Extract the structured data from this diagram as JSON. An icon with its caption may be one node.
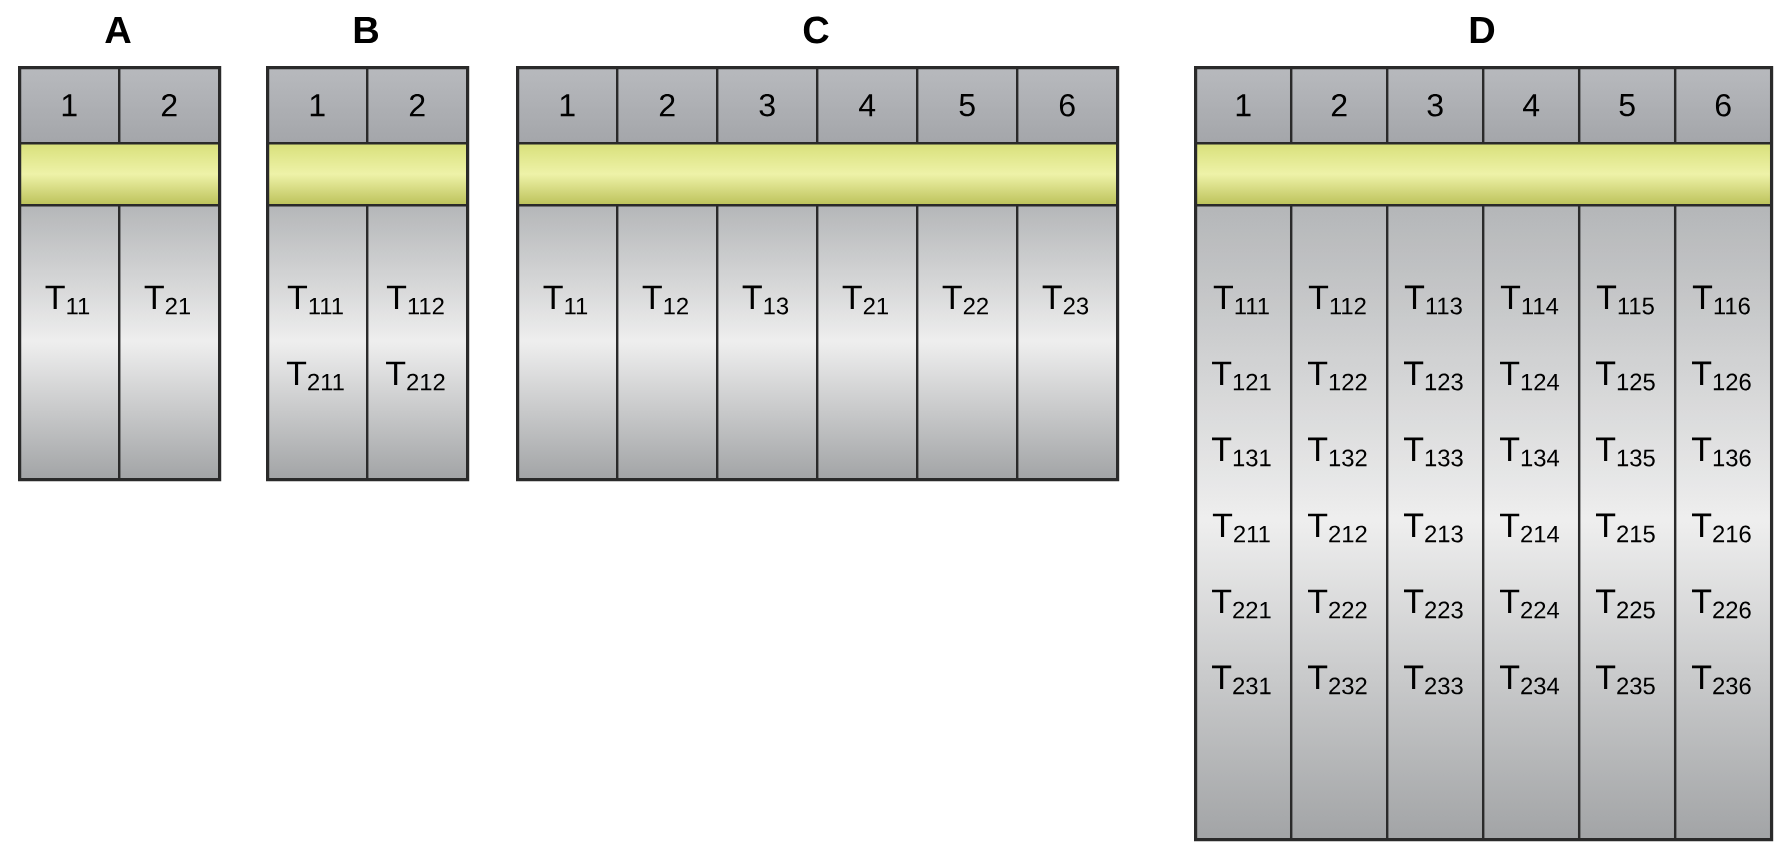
{
  "diagram": {
    "nodes": [
      {
        "text": [
          "A"
        ]
      },
      {
        "text": [
          "1"
        ],
        "in": 0
      },
      {
        "text": [
          "2"
        ],
        "in": 0
      },
      {
        "text": [],
        "shape": "bar",
        "in": 0
      },
      {
        "text": [
          "T$_{11}$"
        ],
        "in": 0
      },
      {
        "text": [
          "T$_{21}$"
        ],
        "in": 0
      },
      {
        "text": [
          "B"
        ]
      },
      {
        "text": [
          "1"
        ],
        "in": 6
      },
      {
        "text": [
          "2"
        ],
        "in": 6
      },
      {
        "text": [],
        "shape": "bar",
        "in": 6
      },
      {
        "text": [
          "T$_{111}$",
          "T$_{211}$"
        ],
        "in": 6
      },
      {
        "text": [
          "T$_{112}$",
          "T$_{212}$"
        ],
        "in": 6
      },
      {
        "text": [
          "C"
        ]
      },
      {
        "text": [
          "1"
        ],
        "in": 12
      },
      {
        "text": [
          "2"
        ],
        "in": 12
      },
      {
        "text": [
          "3"
        ],
        "in": 12
      },
      {
        "text": [
          "4"
        ],
        "in": 12
      },
      {
        "text": [
          "5"
        ],
        "in": 12
      },
      {
        "text": [
          "6"
        ],
        "in": 12
      },
      {
        "text": [],
        "shape": "bar",
        "in": 12
      },
      {
        "text": [
          "T$_{11}$"
        ],
        "in": 12
      },
      {
        "text": [
          "T$_{12}$"
        ],
        "in": 12
      },
      {
        "text": [
          "T$_{13}$"
        ],
        "in": 12
      },
      {
        "text": [
          "T$_{21}$"
        ],
        "in": 12
      },
      {
        "text": [
          "T$_{22}$"
        ],
        "in": 12
      },
      {
        "text": [
          "T$_{23}$"
        ],
        "in": 12
      },
      {
        "text": [
          "D"
        ]
      },
      {
        "text": [
          "1"
        ],
        "in": 26
      },
      {
        "text": [
          "2"
        ],
        "in": 26
      },
      {
        "text": [
          "3"
        ],
        "in": 26
      },
      {
        "text": [
          "4"
        ],
        "in": 26
      },
      {
        "text": [
          "5"
        ],
        "in": 26
      },
      {
        "text": [
          "6"
        ],
        "in": 26
      },
      {
        "text": [],
        "shape": "bar",
        "in": 26
      },
      {
        "text": [
          "T$_{111}$",
          "T$_{121}$",
          "T$_{131}$",
          "T$_{211}$",
          "T$_{221}$",
          "T$_{231}$"
        ],
        "in": 26
      },
      {
        "text": [
          "T$_{112}$",
          "T$_{122}$",
          "T$_{132}$",
          "T$_{212}$",
          "T$_{222}$",
          "T$_{232}$"
        ],
        "in": 26
      },
      {
        "text": [
          "T$_{113}$",
          "T$_{123}$",
          "T$_{133}$",
          "T$_{213}$",
          "T$_{223}$",
          "T$_{233}$"
        ],
        "in": 26
      },
      {
        "text": [
          "T$_{114}$",
          "T$_{124}$",
          "T$_{134}$",
          "T$_{214}$",
          "T$_{224}$",
          "T$_{234}$"
        ],
        "in": 26
      },
      {
        "text": [
          "T$_{115}$",
          "T$_{125}$",
          "T$_{135}$",
          "T$_{215}$",
          "T$_{225}$",
          "T$_{235}$"
        ],
        "in": 26
      },
      {
        "text": [
          "T$_{116}$",
          "T$_{126}$",
          "T$_{136}$",
          "T$_{216}$",
          "T$_{226}$",
          "T$_{236}$"
        ],
        "in": 26
      }
    ]
  }
}
